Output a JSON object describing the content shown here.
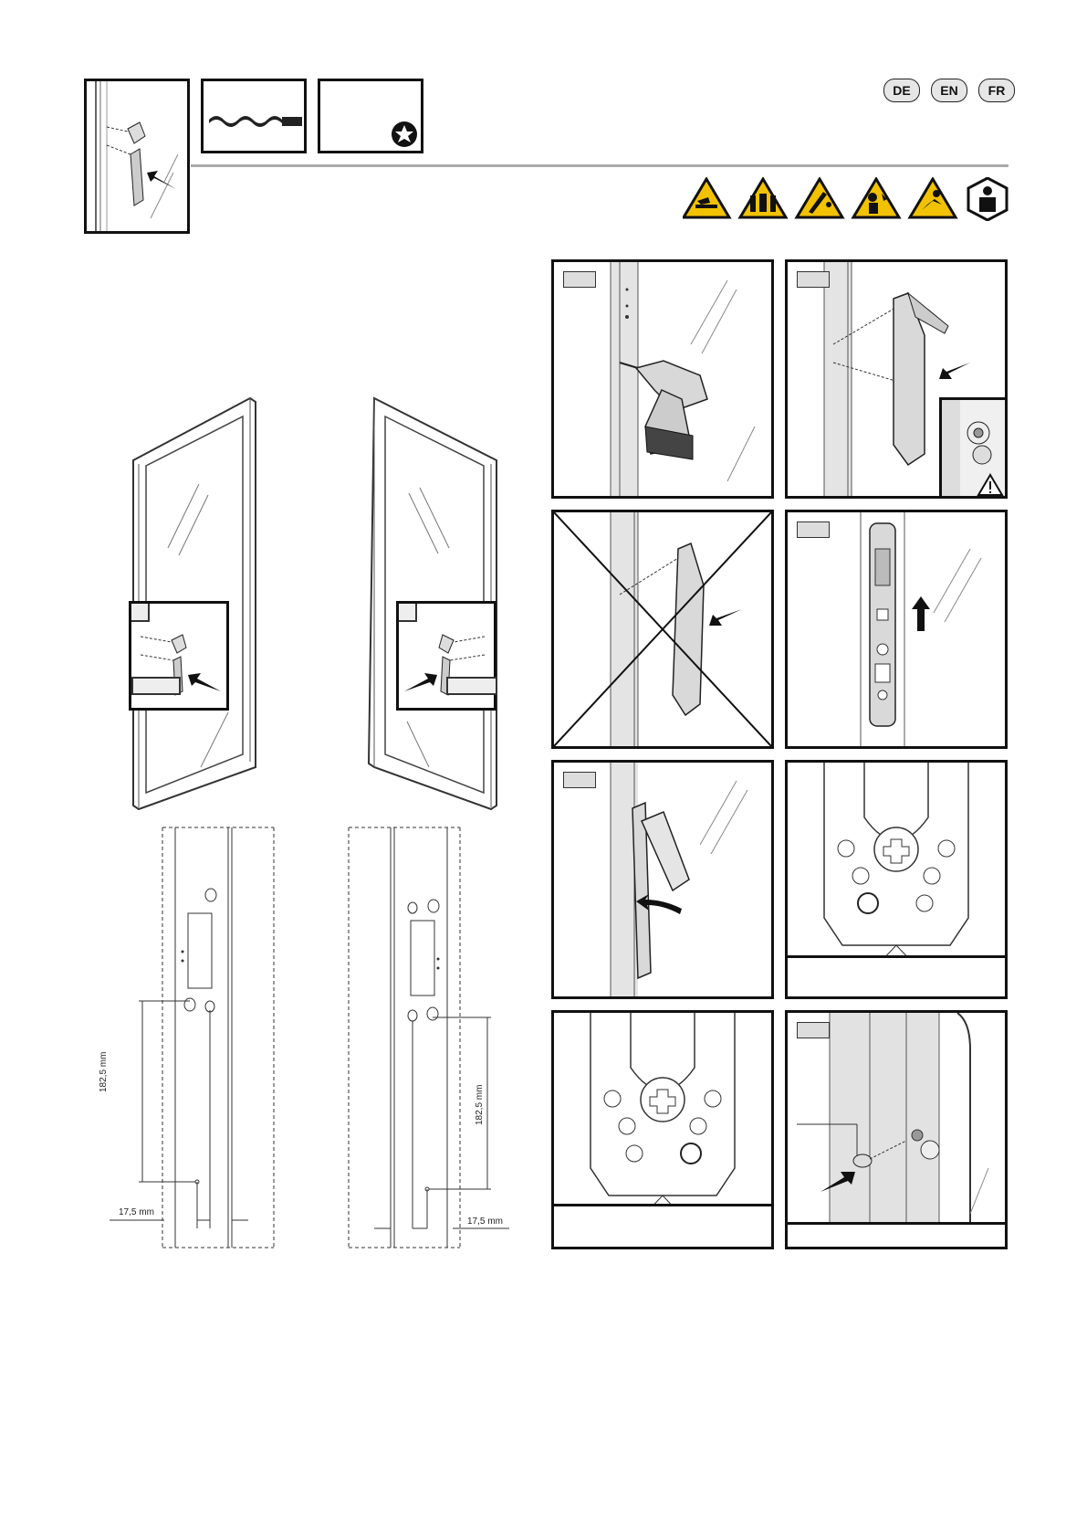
{
  "languages": [
    "DE",
    "EN",
    "FR"
  ],
  "dimensions": {
    "left_height": "182,5 mm",
    "left_offset": "17,5 mm",
    "right_height": "182,5 mm",
    "right_offset": "17,5 mm"
  },
  "icons": {
    "tool": "drill-bit-icon",
    "torx": "torx-star-icon",
    "warnings": [
      "hand-crush-warning-icon",
      "assembly-team-warning-icon",
      "falling-panel-warning-icon",
      "head-impact-warning-icon",
      "trip-warning-icon",
      "installer-icon"
    ],
    "caution": "caution-triangle-icon"
  }
}
